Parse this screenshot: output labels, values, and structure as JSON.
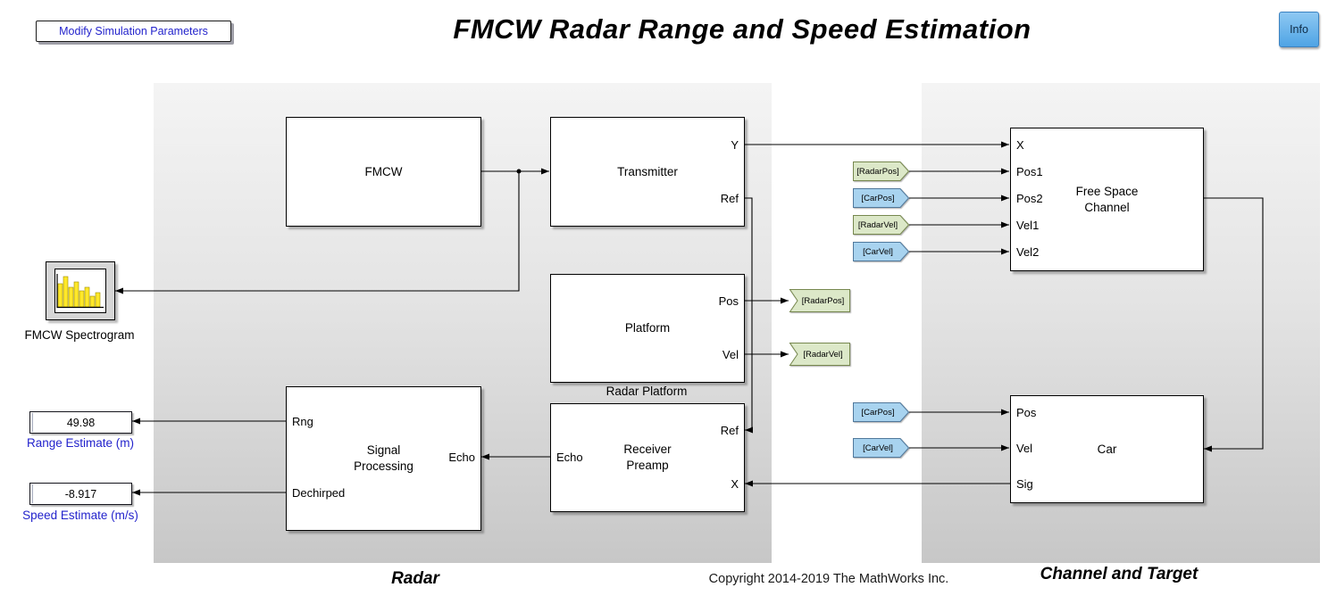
{
  "header": {
    "title": "FMCW Radar Range and Speed Estimation",
    "modify_button_label": "Modify Simulation Parameters",
    "info_button_label": "Info"
  },
  "blocks": {
    "fmcw": {
      "label": "FMCW"
    },
    "transmitter": {
      "label": "Transmitter",
      "ports": {
        "y": "Y",
        "ref": "Ref"
      }
    },
    "platform": {
      "label": "Platform",
      "caption": "Radar Platform",
      "ports": {
        "pos": "Pos",
        "vel": "Vel"
      }
    },
    "signal_processing": {
      "label": "Signal\nProcessing",
      "ports": {
        "rng": "Rng",
        "dechirped": "Dechirped",
        "echo": "Echo"
      }
    },
    "receiver_preamp": {
      "label": "Receiver\nPreamp",
      "ports": {
        "ref": "Ref",
        "echo": "Echo",
        "x": "X"
      }
    },
    "free_space_channel": {
      "label": "Free Space\nChannel",
      "ports": {
        "x": "X",
        "pos1": "Pos1",
        "pos2": "Pos2",
        "vel1": "Vel1",
        "vel2": "Vel2"
      }
    },
    "car": {
      "label": "Car",
      "ports": {
        "pos": "Pos",
        "vel": "Vel",
        "sig": "Sig"
      }
    }
  },
  "scope": {
    "label": "FMCW Spectrogram"
  },
  "displays": {
    "range": {
      "value": "49.98",
      "label": "Range Estimate (m)"
    },
    "speed": {
      "value": "-8.917",
      "label": "Speed Estimate (m/s)"
    }
  },
  "tags": {
    "goto_radar_pos": {
      "label": "[RadarPos]"
    },
    "goto_radar_vel": {
      "label": "[RadarVel]"
    },
    "from_radar_pos": {
      "label": "[RadarPos]"
    },
    "from_car_pos": {
      "label": "[CarPos]"
    },
    "from_radar_vel": {
      "label": "[RadarVel]"
    },
    "from_car_vel": {
      "label": "[CarVel]"
    },
    "from_car_pos_2": {
      "label": "[CarPos]"
    },
    "from_car_vel_2": {
      "label": "[CarVel]"
    }
  },
  "footer": {
    "radar_area_label": "Radar",
    "copyright": "Copyright 2014-2019 The MathWorks Inc.",
    "channel_area_label": "Channel and Target"
  },
  "colors": {
    "tag_green_fill": "#dce8c8",
    "tag_green_border": "#77884f",
    "tag_blue_fill": "#a8d3ef",
    "tag_blue_border": "#50789b",
    "annotation_blue": "#2323cc",
    "info_button_blue": "#4fa4e5",
    "scope_bar_yellow": "#ffe82a"
  }
}
